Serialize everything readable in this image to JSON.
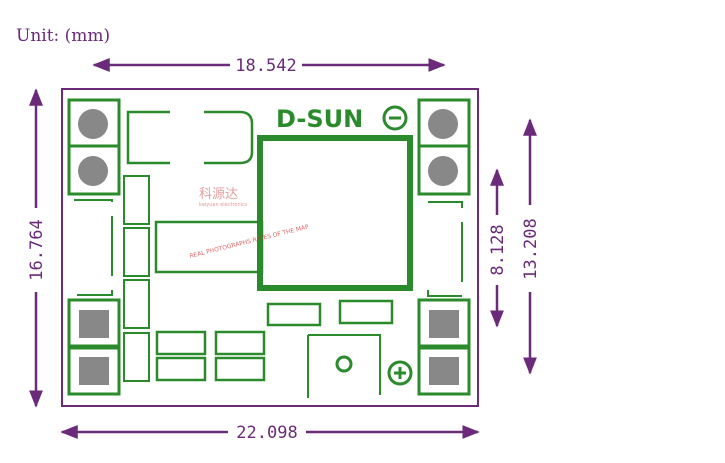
{
  "unit_label": "Unit: (mm)",
  "dimensions": {
    "top_width": "18.542",
    "bottom_width": "22.098",
    "left_height": "16.764",
    "right_inner_height": "8.128",
    "right_outer_height": "13.208"
  },
  "board": {
    "brand": "D-SUN",
    "minus_symbol": "−",
    "plus_symbol": "+"
  },
  "watermark": {
    "logo_text": "科源达",
    "logo_subtext": "kaiyuan electronics",
    "stamp_text": "REAL PHOTOGRAPHS RATES OF THE MAP"
  },
  "colors": {
    "dimension": "#6b2a7a",
    "pcb_outline": "#2b8a2b",
    "pad": "#888888"
  }
}
